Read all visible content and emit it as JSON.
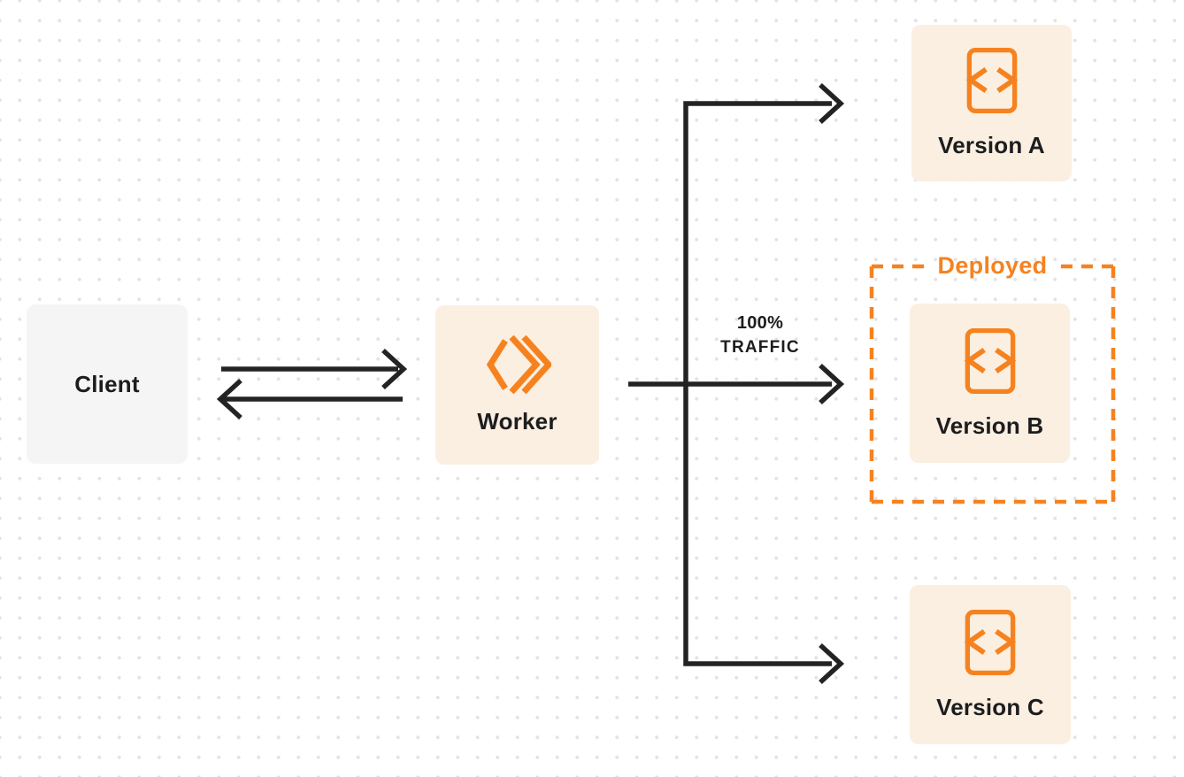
{
  "nodes": {
    "client": {
      "label": "Client"
    },
    "worker": {
      "label": "Worker"
    },
    "version_a": {
      "label": "Version A"
    },
    "version_b": {
      "label": "Version B"
    },
    "version_c": {
      "label": "Version C"
    }
  },
  "deployed_group": {
    "label": "Deployed"
  },
  "traffic_label": {
    "line1": "100%",
    "line2": "TRAFFIC"
  },
  "icons": {
    "worker_logo": "cloudflare-workers-logo-icon",
    "version_file": "code-file-icon"
  },
  "colors": {
    "accent_orange": "#f6821f",
    "node_cream": "#faefe1",
    "node_gray": "#f5f5f6",
    "arrow_dark": "#232323",
    "text_dark": "#1d1d1f",
    "dot_grid": "#e3e3e6"
  }
}
